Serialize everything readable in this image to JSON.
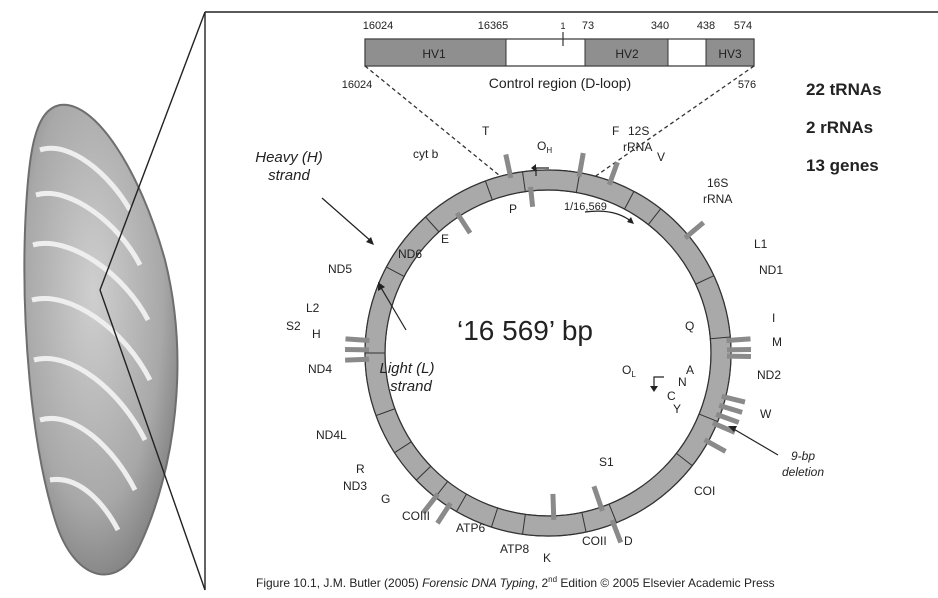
{
  "colors": {
    "ring_fill": "#a9a9a9",
    "ring_stroke": "#333333",
    "hv_fill": "#8f8f8f",
    "inner_circle": "#9c9c9c",
    "tick_fill": "#8a8a8a"
  },
  "control_region": {
    "top_numbers": {
      "n16024": "16024",
      "n16365": "16365",
      "n1": "1",
      "n73": "73",
      "n340": "340",
      "n438": "438",
      "n574": "574"
    },
    "hv1": "HV1",
    "hv2": "HV2",
    "hv3": "HV3",
    "left_bottom": "16024",
    "right_bottom": "576",
    "title": "Control region (D-loop)"
  },
  "stats": {
    "trnas": "22 tRNAs",
    "rrnas": "2 rRNAs",
    "genes": "13 genes"
  },
  "center_label": "‘16 569’ bp",
  "origin_labels": {
    "oh_main": "O",
    "oh_sub": "H",
    "ol_main": "O",
    "ol_sub": "L",
    "start": "1/16,569"
  },
  "strand_labels": {
    "heavy_1": "Heavy (H)",
    "heavy_2": "strand",
    "light_1": "Light (L)",
    "light_2": "strand"
  },
  "deletion": {
    "line1": "9-bp",
    "line2": "deletion"
  },
  "gene_labels": {
    "T": "T",
    "cytb": "cyt b",
    "P": "P",
    "F": "F",
    "rRNA12S_1": "12S",
    "rRNA12S_2": "rRNA",
    "V": "V",
    "rRNA16S_1": "16S",
    "rRNA16S_2": "rRNA",
    "L1": "L1",
    "ND1": "ND1",
    "Q": "Q",
    "I": "I",
    "M": "M",
    "ND2": "ND2",
    "A": "A",
    "N": "N",
    "C": "C",
    "Y": "Y",
    "W": "W",
    "COI": "COI",
    "S1": "S1",
    "D": "D",
    "COII": "COII",
    "K": "K",
    "ATP8": "ATP8",
    "ATP6": "ATP6",
    "COIII": "COIII",
    "G": "G",
    "ND3": "ND3",
    "R": "R",
    "ND4L": "ND4L",
    "ND4": "ND4",
    "H": "H",
    "S2": "S2",
    "L2": "L2",
    "ND5": "ND5",
    "ND6": "ND6",
    "E": "E"
  },
  "caption": {
    "pre": "Figure 10.1, J.M. Butler (2005) ",
    "title": "Forensic DNA Typing",
    "edition_num": ", 2",
    "edition_sup": "nd",
    "post": " Edition © 2005 Elsevier Academic Press"
  }
}
